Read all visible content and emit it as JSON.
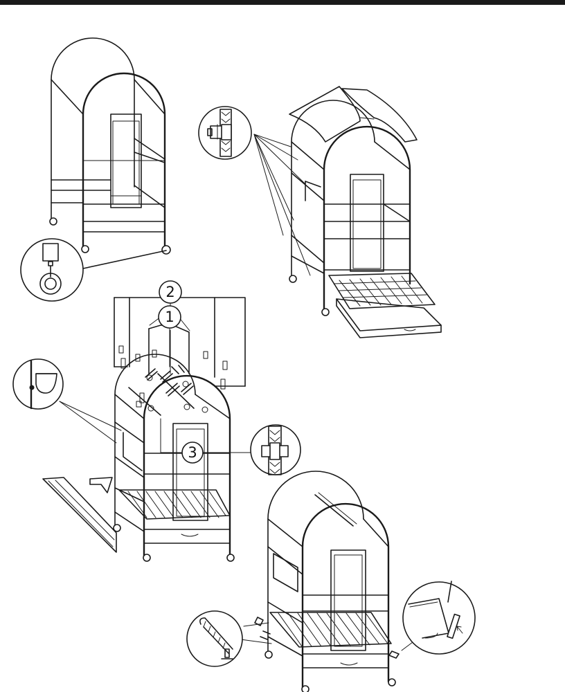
{
  "callouts": {
    "step_1": "1",
    "step_2": "2",
    "step_3": "3"
  },
  "colors": {
    "ink": "#1a1a1a",
    "paper": "#ffffff"
  },
  "figures": [
    "assembled-cage-on-wheels",
    "roof-panel-installation",
    "side-panel-assembly-steps",
    "completed-cage-with-grate"
  ],
  "icons": [
    "caster-wheel-icon",
    "bolt-clamp-icon",
    "feeder-cup-icon",
    "panel-joint-icon",
    "perch-bracket-icon",
    "tray-latch-icon"
  ]
}
